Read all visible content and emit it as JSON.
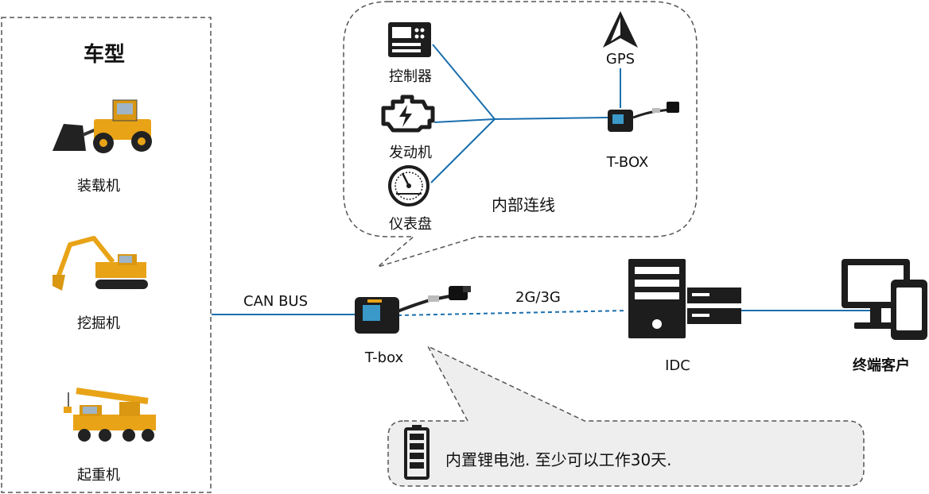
{
  "vehicles": {
    "title": "车型",
    "items": [
      {
        "label": "装载机",
        "icon": "wheel-loader"
      },
      {
        "label": "挖掘机",
        "icon": "excavator"
      },
      {
        "label": "起重机",
        "icon": "crane-truck"
      }
    ]
  },
  "links": {
    "can_bus": "CAN BUS",
    "network": "2G/3G"
  },
  "tbox": {
    "label": "T-box"
  },
  "idc": {
    "label": "IDC"
  },
  "client": {
    "label": "终端客户"
  },
  "internal": {
    "controller": "控制器",
    "engine": "发动机",
    "dashboard": "仪表盘",
    "gps": "GPS",
    "tbox": "T-BOX",
    "wiring": "内部连线"
  },
  "battery": {
    "text": "内置锂电池. 至少可以工作30天."
  },
  "colors": {
    "line": "#1a6fae",
    "dash_border": "#555555",
    "callout_fill": "#eeeeee",
    "vehicle_yellow": "#e8a317",
    "icon_dark": "#1d1d1d"
  }
}
